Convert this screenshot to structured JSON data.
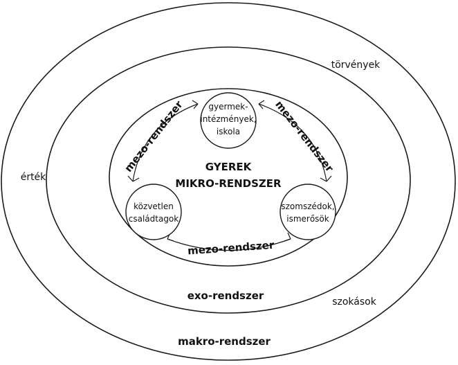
{
  "center": {
    "line1": "GYEREK",
    "line2": "MIKRO-RENDSZER"
  },
  "nodes": {
    "top": [
      "gyermek-",
      "intézmények,",
      "iskola"
    ],
    "left": [
      "közvetlen",
      "családtagok"
    ],
    "right": [
      "szomszédok,",
      "ismerősök"
    ]
  },
  "mezo": {
    "left": "mezo-rendszer",
    "right": "mezo-rendszer",
    "bottom": "mezo-rendszer"
  },
  "rings": {
    "exo": "exo-rendszer",
    "makro": "makro-rendszer"
  },
  "outer_labels": {
    "torvenyek": "törvények",
    "ertek": "érték",
    "szokasok": "szokások"
  }
}
